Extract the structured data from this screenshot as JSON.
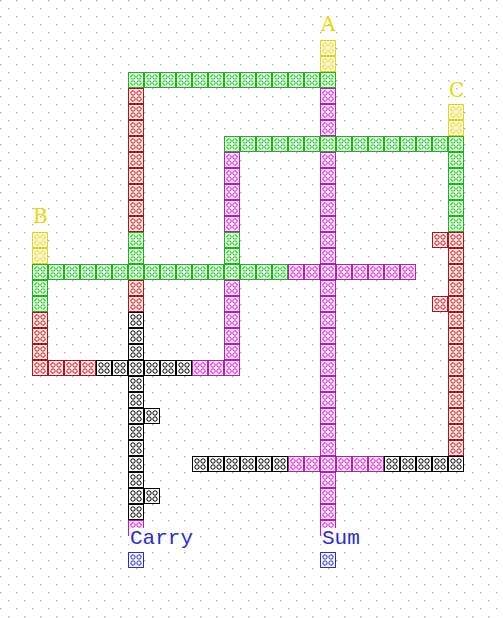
{
  "diagram": {
    "labels": [
      "A",
      "C",
      "B",
      "Carry",
      "Sum"
    ]
  }
}
